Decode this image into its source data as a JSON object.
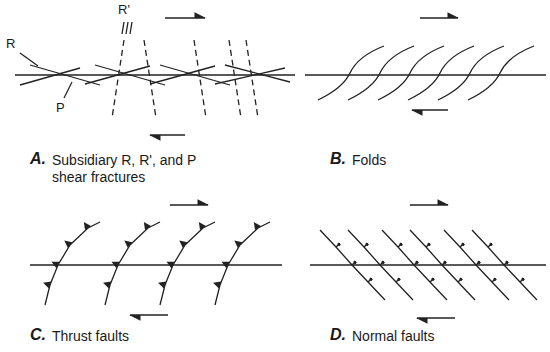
{
  "diagram": {
    "labels": [
      "R'",
      "R",
      "P",
      "A.",
      "Subsidiary R, R', and P shear fractures",
      "B.",
      "Folds",
      "C.",
      "Thrust faults",
      "D.",
      "Normal faults"
    ]
  }
}
